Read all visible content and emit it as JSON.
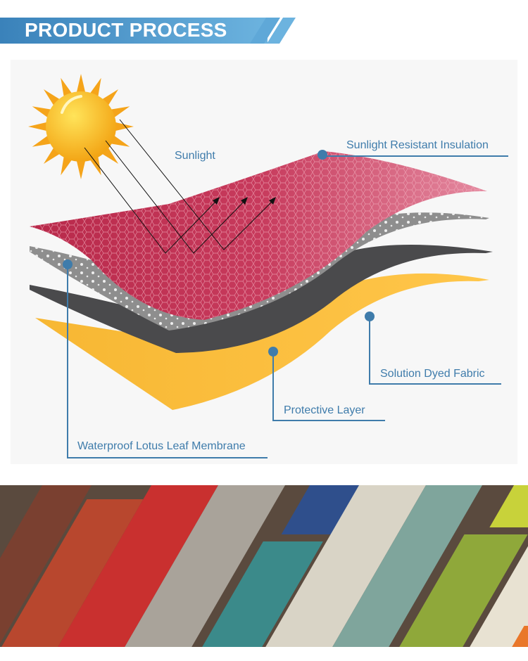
{
  "banner": {
    "title": "PRODUCT PROCESS",
    "color": "#4a94c9"
  },
  "diagram": {
    "sun_label": "Sunlight",
    "layers": [
      {
        "label": "Sunlight Resistant Insulation",
        "color": "#c63a5a"
      },
      {
        "label": "Waterproof Lotus Leaf Membrane",
        "color": "#8e8e8e"
      },
      {
        "label": "Protective Layer",
        "color": "#4a4a4c"
      },
      {
        "label": "Solution Dyed Fabric",
        "color": "#f3b52e"
      }
    ],
    "callout_color": "#3f7cab"
  },
  "photo": {
    "swatch_colors": [
      "#7a4030",
      "#b8472e",
      "#c9302f",
      "#a9a39a",
      "#2f4f8c",
      "#3b8a8a",
      "#d9d4c6",
      "#7fa59c",
      "#8fa83a",
      "#c8d23a",
      "#e8e2d2",
      "#e9772a"
    ]
  }
}
